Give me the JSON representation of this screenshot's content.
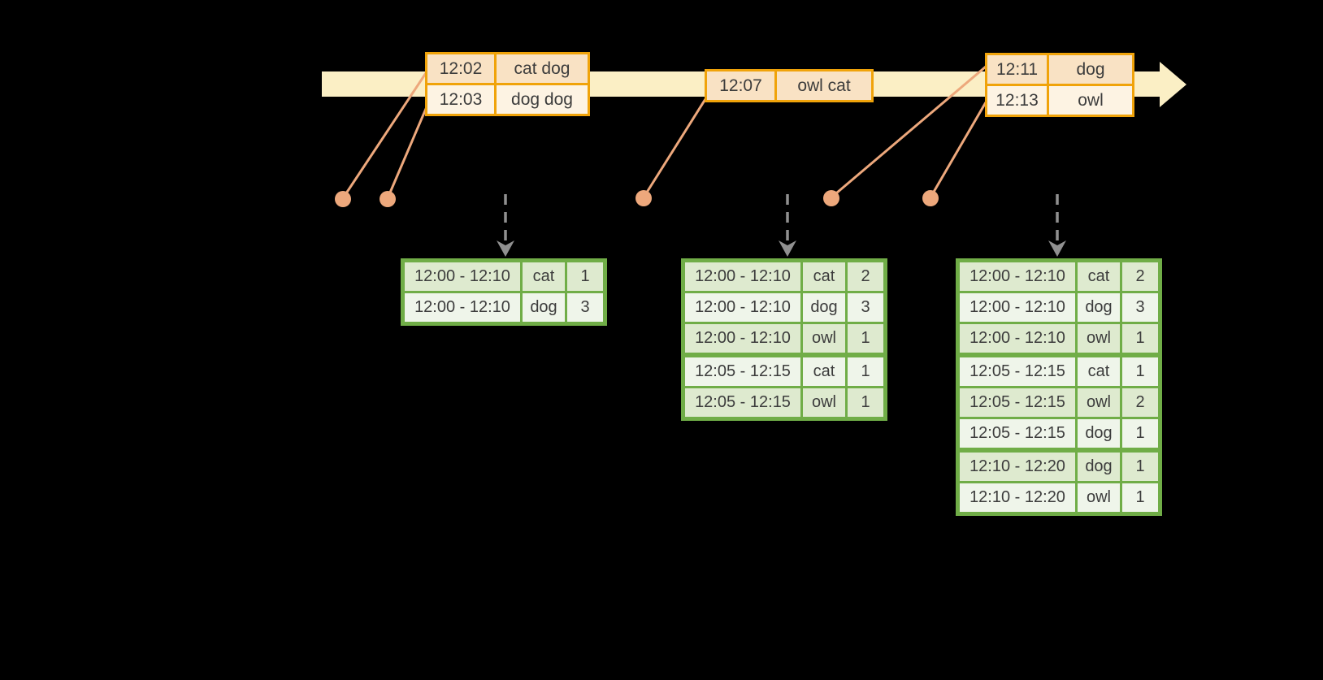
{
  "colors": {
    "background": "#000000",
    "timeline": "#FBEFC5",
    "event_border": "#F0A30A",
    "event_row": "#F9E2C4",
    "event_row_alt": "#FDF3E3",
    "connector": "#EDA87C",
    "result_border": "#70AD47",
    "result_row": "#DEEACF",
    "result_row_alt": "#EFF5EA",
    "trigger": "#909090",
    "text": "#3C3C3C"
  },
  "icons": {
    "timeline_arrowhead": "right-arrow",
    "event_marker": "dot",
    "trigger_arrow": "dashed-down-arrow"
  },
  "event_tables": [
    {
      "rows": [
        {
          "time": "12:02",
          "words": "cat dog"
        },
        {
          "time": "12:03",
          "words": "dog dog"
        }
      ]
    },
    {
      "rows": [
        {
          "time": "12:07",
          "words": "owl cat"
        }
      ]
    },
    {
      "rows": [
        {
          "time": "12:11",
          "words": "dog"
        },
        {
          "time": "12:13",
          "words": "owl"
        }
      ]
    }
  ],
  "result_tables": [
    {
      "group_starts": [],
      "rows": [
        {
          "window": "12:00 - 12:10",
          "word": "cat",
          "count": "1"
        },
        {
          "window": "12:00 - 12:10",
          "word": "dog",
          "count": "3"
        }
      ]
    },
    {
      "group_starts": [
        3
      ],
      "rows": [
        {
          "window": "12:00 - 12:10",
          "word": "cat",
          "count": "2"
        },
        {
          "window": "12:00 - 12:10",
          "word": "dog",
          "count": "3"
        },
        {
          "window": "12:00 - 12:10",
          "word": "owl",
          "count": "1"
        },
        {
          "window": "12:05 - 12:15",
          "word": "cat",
          "count": "1"
        },
        {
          "window": "12:05 - 12:15",
          "word": "owl",
          "count": "1"
        }
      ]
    },
    {
      "group_starts": [
        3,
        6
      ],
      "rows": [
        {
          "window": "12:00 - 12:10",
          "word": "cat",
          "count": "2"
        },
        {
          "window": "12:00 - 12:10",
          "word": "dog",
          "count": "3"
        },
        {
          "window": "12:00 - 12:10",
          "word": "owl",
          "count": "1"
        },
        {
          "window": "12:05 - 12:15",
          "word": "cat",
          "count": "1"
        },
        {
          "window": "12:05 - 12:15",
          "word": "owl",
          "count": "2"
        },
        {
          "window": "12:05 - 12:15",
          "word": "dog",
          "count": "1"
        },
        {
          "window": "12:10 - 12:20",
          "word": "dog",
          "count": "1"
        },
        {
          "window": "12:10 - 12:20",
          "word": "owl",
          "count": "1"
        }
      ]
    }
  ]
}
